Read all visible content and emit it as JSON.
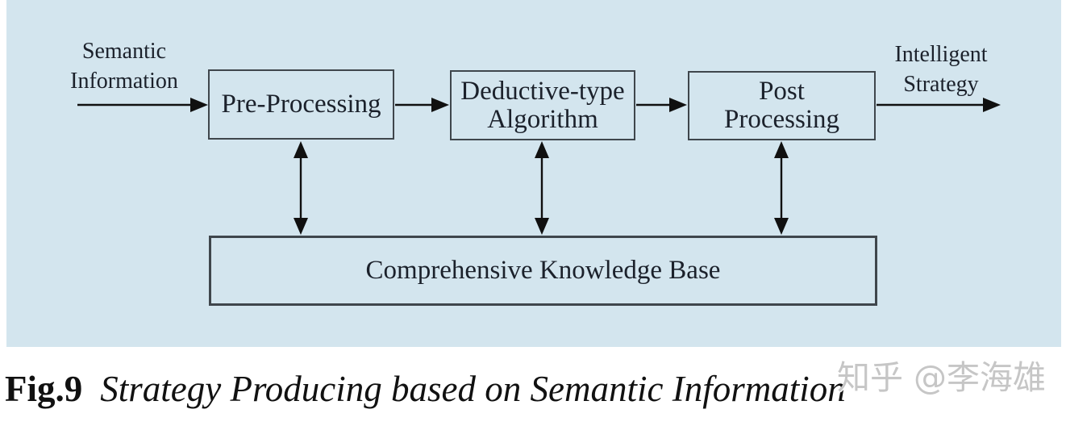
{
  "diagram": {
    "input_label": {
      "line1": "Semantic",
      "line2": "Information"
    },
    "output_label": {
      "line1": "Intelligent",
      "line2": "Strategy"
    },
    "boxes": {
      "pre": {
        "label": "Pre-Processing"
      },
      "deductive": {
        "line1": "Deductive-type",
        "line2": "Algorithm"
      },
      "post": {
        "line1": "Post",
        "line2": "Processing"
      },
      "knowledge_base": {
        "label": "Comprehensive Knowledge Base"
      }
    },
    "colors": {
      "panel_bg": "#d3e5ee",
      "box_border": "#3f464c",
      "arrow": "#101010",
      "text": "#1b212b",
      "watermark": "#c6c6c6"
    }
  },
  "caption": {
    "label": "Fig.9",
    "title": "Strategy Producing based on Semantic Information"
  },
  "watermark": {
    "text": "知乎 @李海雄"
  }
}
